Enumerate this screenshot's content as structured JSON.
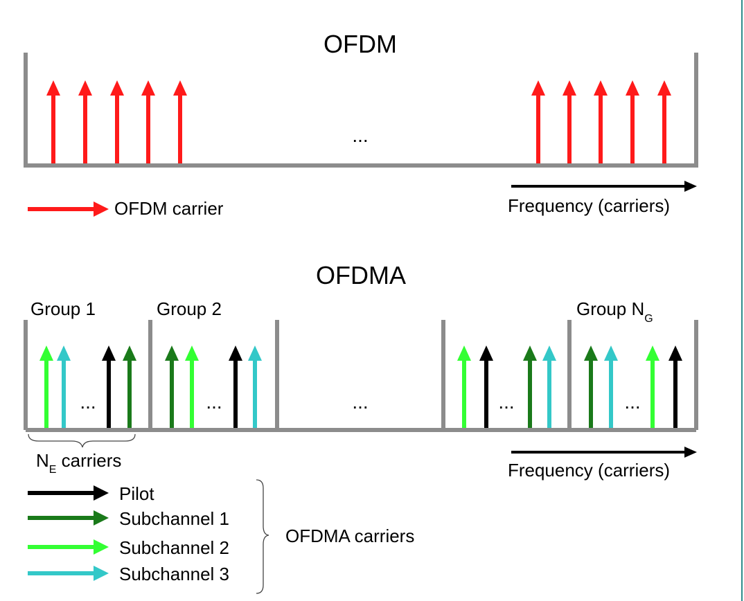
{
  "colors": {
    "frame": "#8c8c8c",
    "ofdm_carrier": "#ff1a1a",
    "pilot": "#000000",
    "subchannel_1": "#1a7a1a",
    "subchannel_2": "#33ff33",
    "subchannel_3": "#33c8c8",
    "right_border": "#2e8b8b"
  },
  "ofdm": {
    "title": "OFDM",
    "ellipsis": "...",
    "frequency_label": "Frequency (carriers)",
    "legend": {
      "label": "OFDM carrier",
      "icon": "red-arrow-icon"
    }
  },
  "ofdma": {
    "title": "OFDMA",
    "groups": [
      {
        "label": "Group 1"
      },
      {
        "label": "Group 2"
      },
      {
        "label": "Group N",
        "subscript": "G"
      }
    ],
    "group_ellipsis": "...",
    "middle_ellipsis": "...",
    "ne_label": {
      "main": "N",
      "subscript": "E",
      "suffix": " carriers"
    },
    "frequency_label": "Frequency (carriers)",
    "legend": {
      "items": [
        {
          "label": "Pilot",
          "color_key": "pilot"
        },
        {
          "label": "Subchannel 1",
          "color_key": "subchannel_1"
        },
        {
          "label": "Subchannel 2",
          "color_key": "subchannel_2"
        },
        {
          "label": "Subchannel 3",
          "color_key": "subchannel_3"
        }
      ],
      "brace_label": "OFDMA carriers"
    },
    "carrier_sequences": [
      [
        "subchannel_2",
        "subchannel_3",
        "pilot",
        "subchannel_1"
      ],
      [
        "subchannel_1",
        "subchannel_2",
        "pilot",
        "subchannel_3"
      ],
      [
        "subchannel_2",
        "pilot",
        "subchannel_1",
        "subchannel_3"
      ],
      [
        "subchannel_1",
        "subchannel_3",
        "subchannel_2",
        "pilot"
      ]
    ]
  }
}
